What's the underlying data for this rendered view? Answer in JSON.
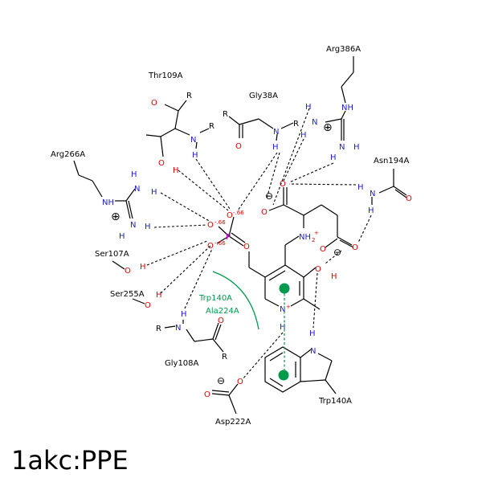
{
  "title": "1akc:PPE",
  "residues": {
    "arg386": "Arg386A",
    "thr109": "Thr109A",
    "gly38": "Gly38A",
    "arg266": "Arg266A",
    "asn194": "Asn194A",
    "ser107": "Ser107A",
    "ser255": "Ser255A",
    "gly108": "Gly108A",
    "asp222": "Asp222A",
    "trp140": "Trp140A"
  },
  "hydrophobic": {
    "trp140": "Trp140A",
    "ala224": "Ala224A"
  },
  "atoms": {
    "R": "R",
    "N": "N",
    "H": "H",
    "NH": "NH",
    "O": "O",
    "P": "P",
    "NH2plus": "NH",
    "sub2": "2",
    "plus": "+"
  },
  "charges": {
    "o1": "-.66",
    "o2": "-.66",
    "o3": "-.66"
  },
  "symbols": {
    "cation": "⊕",
    "anion": "⊖"
  },
  "colors": {
    "oxygen": "#e00000",
    "nitrogen": "#2020d0",
    "phosphorus": "#c000c0",
    "hydrophobic": "#009a4c"
  }
}
